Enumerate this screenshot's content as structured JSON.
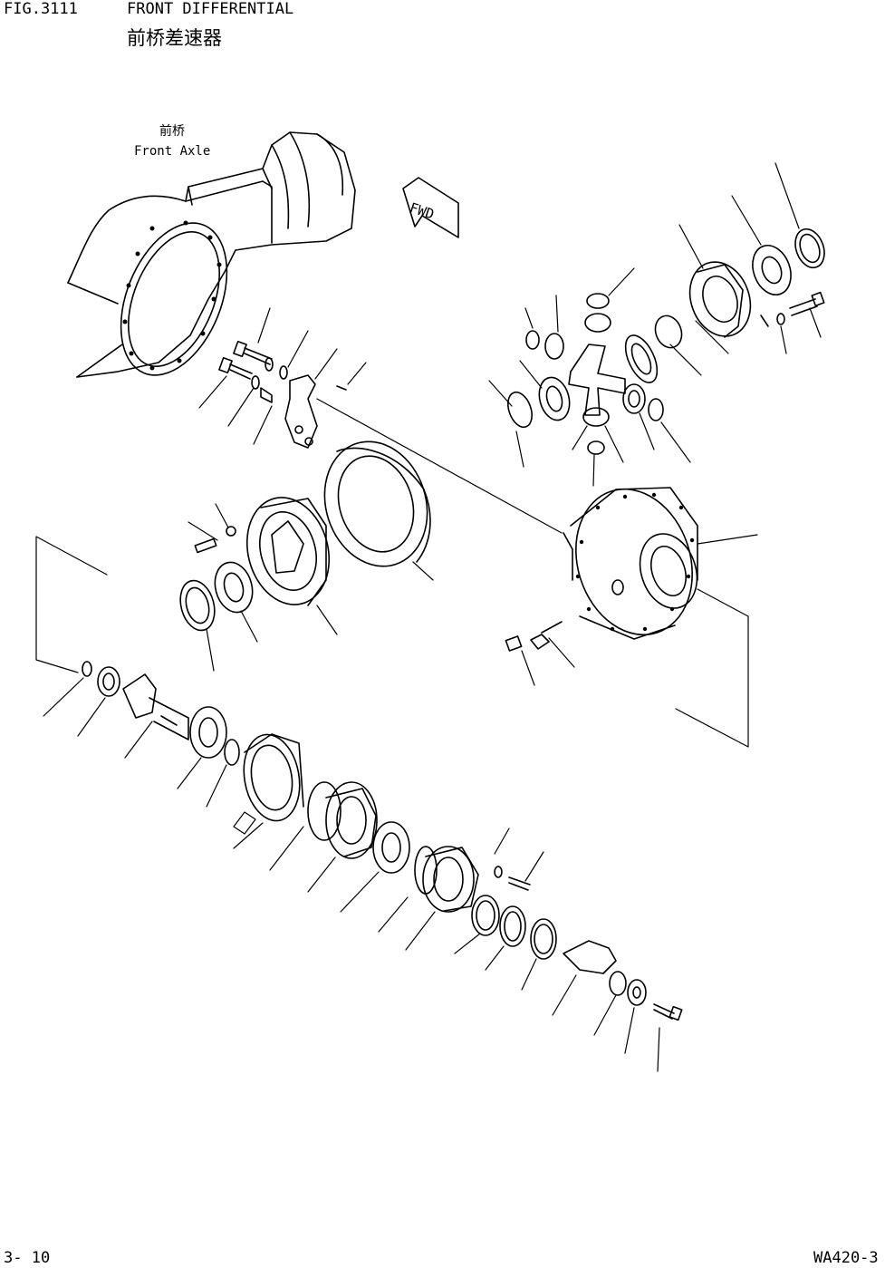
{
  "figure": {
    "number": "FIG.3111",
    "title_en": "FRONT DIFFERENTIAL",
    "title_cn": "前桥差速器"
  },
  "labels": {
    "axle_cn": "前桥",
    "axle_en": "Front Axle",
    "fwd": "FWD"
  },
  "footer": {
    "page": "3- 10",
    "model": "WA420-3"
  },
  "colors": {
    "ink": "#000000",
    "paper": "#ffffff"
  }
}
